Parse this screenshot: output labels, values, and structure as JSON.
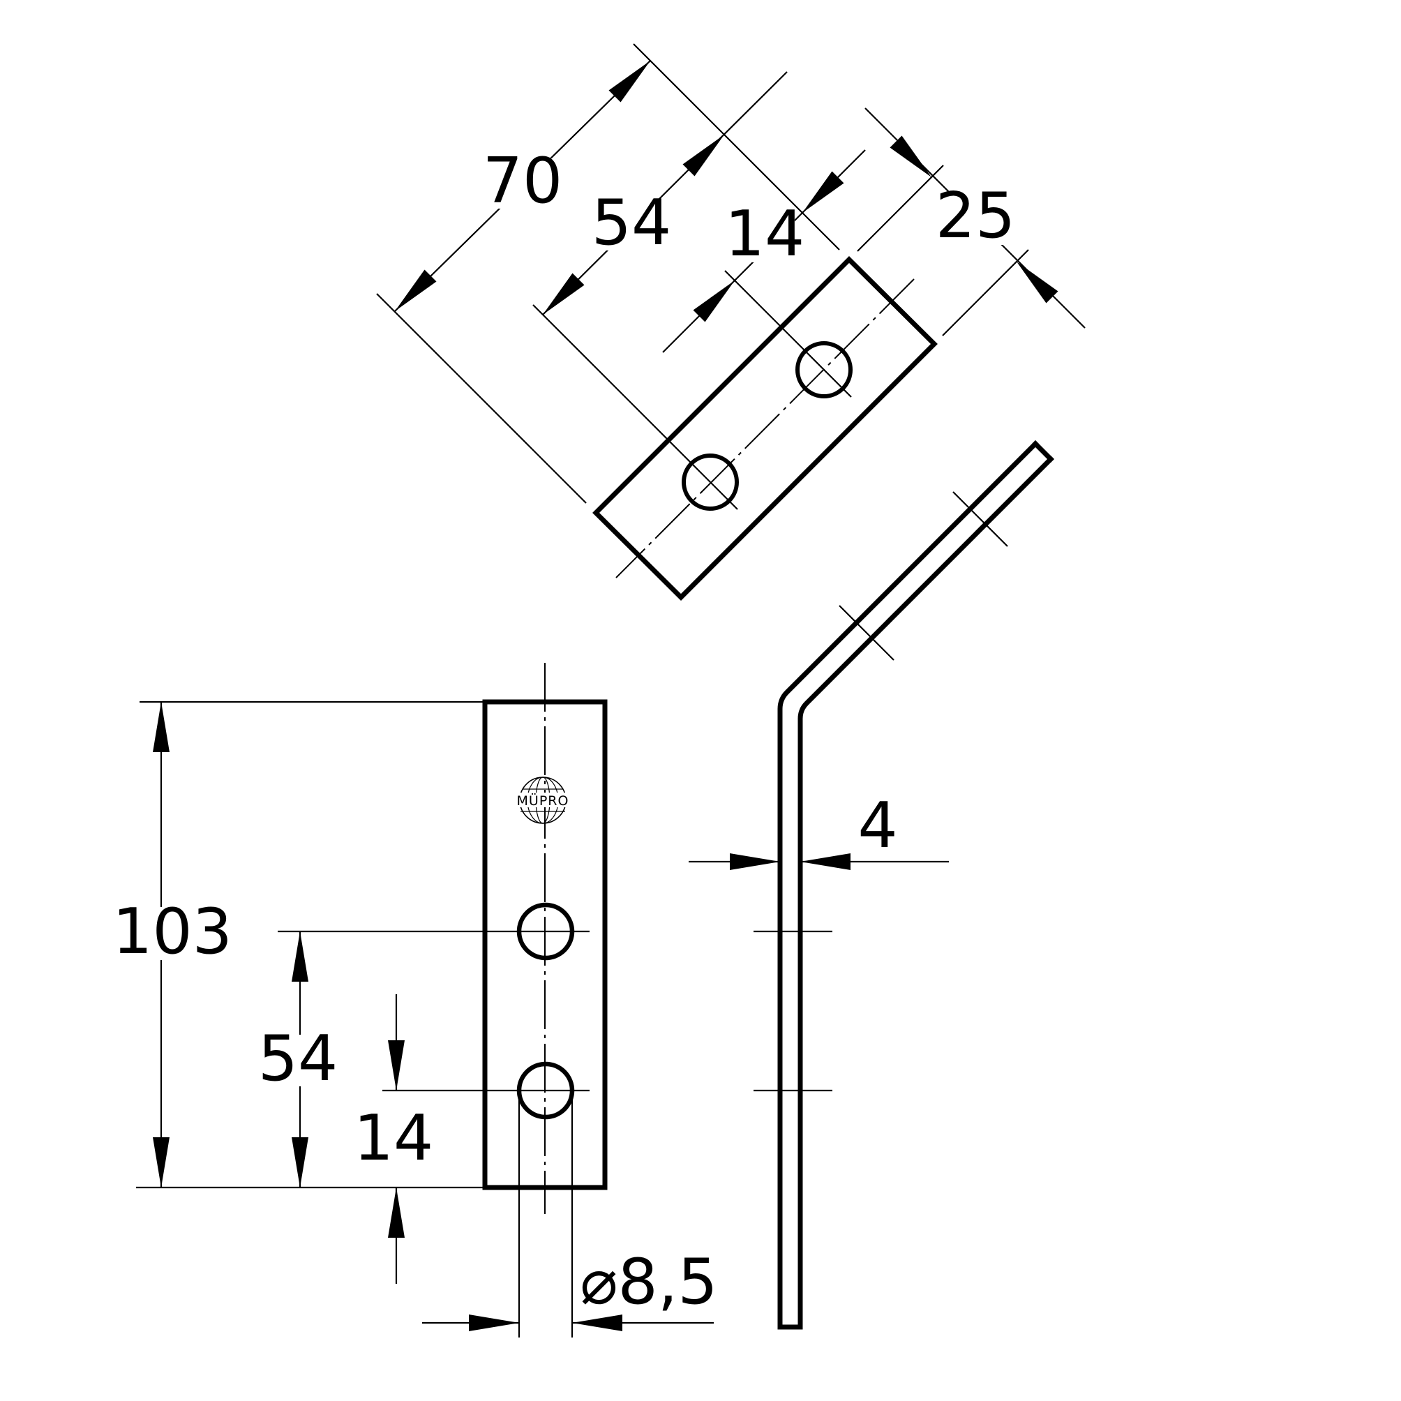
{
  "colors": {
    "ink": "#000000",
    "paper": "#ffffff"
  },
  "logo": {
    "text": "MÜPRO"
  },
  "dimensions": {
    "top_view": {
      "total_length": "70",
      "hole_far": "54",
      "hole_near": "14",
      "width": "25"
    },
    "front_view": {
      "total_height": "103",
      "hole_far": "54",
      "hole_near": "14",
      "hole_diameter": "⌀8,5"
    },
    "side_view": {
      "thickness": "4"
    }
  }
}
